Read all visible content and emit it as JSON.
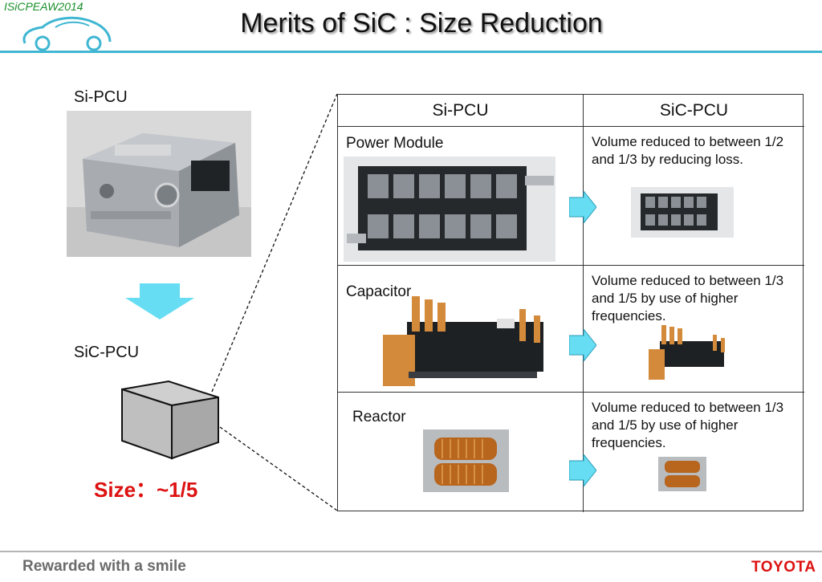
{
  "header": {
    "conference": "ISiCPEAW2014",
    "title": "Merits of SiC : Size Reduction"
  },
  "left": {
    "si_label": "Si-PCU",
    "sic_label": "SiC-PCU",
    "size_label": "Size：~1/5"
  },
  "table": {
    "col_si": "Si-PCU",
    "col_sic": "SiC-PCU",
    "rows": [
      {
        "component": "Power Module",
        "sic_note": "Volume reduced to between 1/2 and 1/3 by reducing loss."
      },
      {
        "component": "Capacitor",
        "sic_note": "Volume reduced to between 1/3 and 1/5 by use of higher frequencies."
      },
      {
        "component": "Reactor",
        "sic_note": "Volume reduced to between 1/3 and 1/5 by use of higher frequencies."
      }
    ]
  },
  "footer": {
    "slogan": "Rewarded with a smile",
    "brand": "TOYOTA"
  },
  "colors": {
    "accent_rule": "#3fb6d2",
    "arrow_fill": "#66ddf2",
    "size_red": "#dd1111",
    "conference_green": "#1a8f2a"
  },
  "icons": {
    "logo": "car-outline-icon",
    "transition": "down-arrow-icon",
    "row_arrow": "right-arrow-icon",
    "sic_unit": "cube-icon"
  }
}
